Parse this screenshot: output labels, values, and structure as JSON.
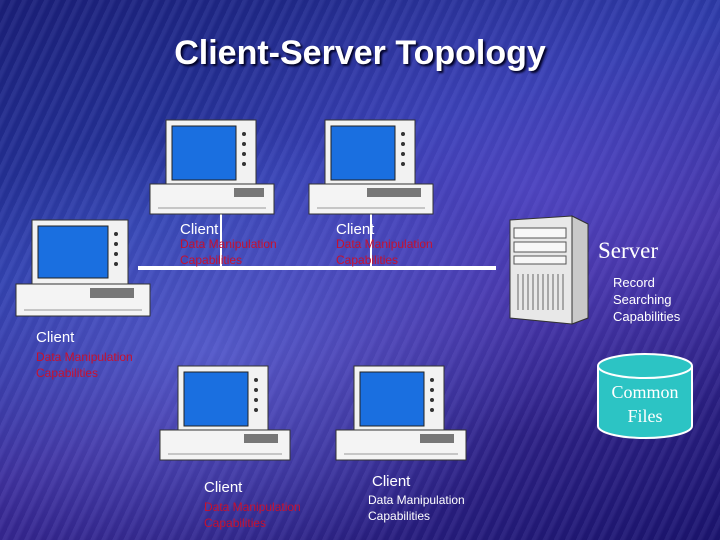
{
  "title": "Client-Server Topology",
  "clients": [
    {
      "label": "Client",
      "capability": "Data Manipulation Capabilities"
    },
    {
      "label": "Client",
      "capability": "Data Manipulation Capabilities"
    },
    {
      "label": "Client",
      "capability": "Data Manipulation Capabilities"
    },
    {
      "label": "Client",
      "capability": "Data Manipulation Capabilities"
    },
    {
      "label": "Client",
      "capability": "Data Manipulation Capabilities"
    }
  ],
  "server": {
    "label": "Server",
    "capability": "Record Searching Capabilities"
  },
  "storage": {
    "label": "Common Files"
  },
  "colors": {
    "screen": "#1a6fe0",
    "capability_text": "#c8102e",
    "network_line": "#ffffff"
  }
}
